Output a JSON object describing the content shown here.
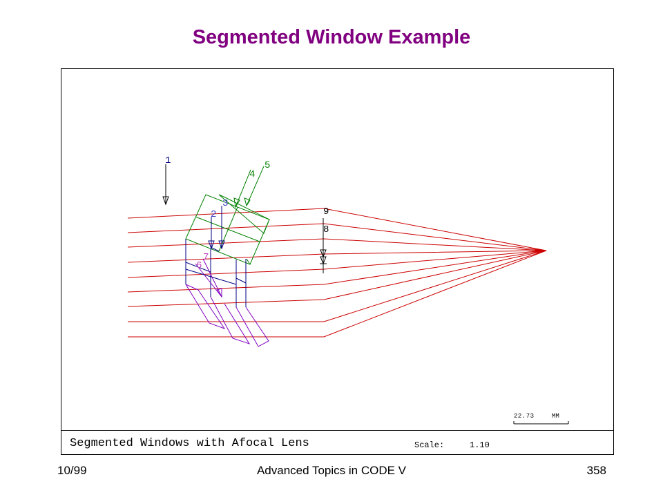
{
  "slide": {
    "title": "Segmented Window Example"
  },
  "plot": {
    "caption": "Segmented Windows with Afocal Lens",
    "scale_label": "Scale:",
    "scale_value": "1.10",
    "bar_value": "22.73",
    "bar_unit": "MM",
    "surface_labels": [
      "1",
      "2",
      "3",
      "4",
      "5",
      "6",
      "7",
      "8",
      "9"
    ],
    "colors": {
      "rays": "#cc0000",
      "window_green": "#008000",
      "window_blue": "#000080",
      "window_purple": "#8000c0",
      "label_1": "#000080",
      "label_2": "#4040c0",
      "label_3": "#4040c0",
      "label_4": "#008000",
      "label_5": "#008000",
      "label_6": "#c040c0",
      "label_7": "#c040c0"
    }
  },
  "footer": {
    "date": "10/99",
    "course": "Advanced Topics in CODE V",
    "page": "358"
  }
}
